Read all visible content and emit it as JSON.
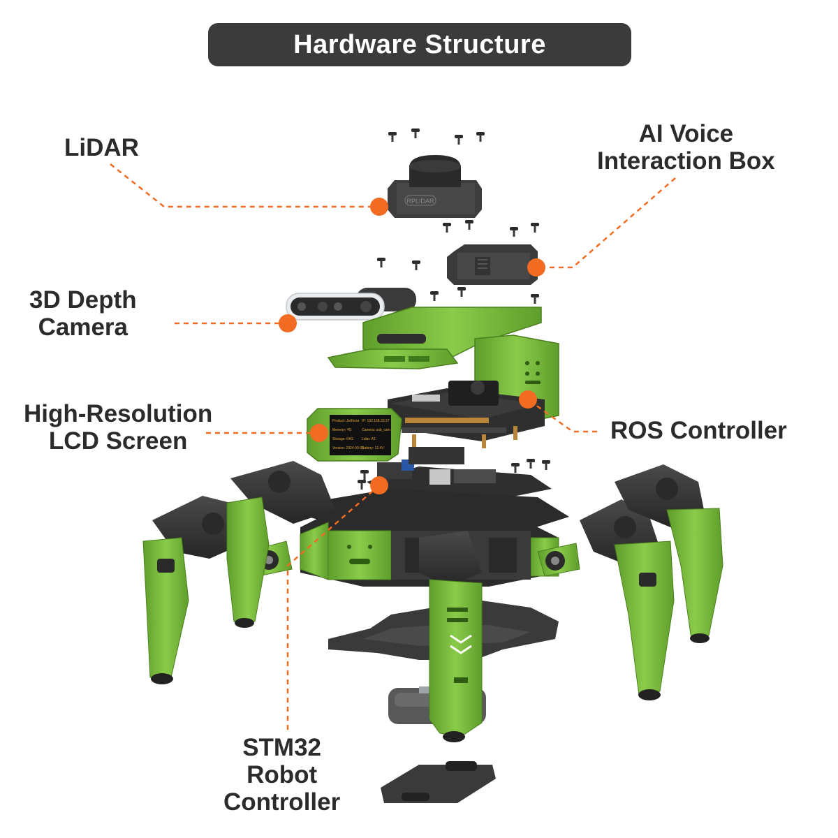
{
  "title": "Hardware Structure",
  "accent_color": "#f26b22",
  "frame_color": "#7fc242",
  "labels": {
    "lidar": "LiDAR",
    "ai_voice_line1": "AI Voice",
    "ai_voice_line2": "Interaction Box",
    "depth_camera_line1": "3D Depth",
    "depth_camera_line2": "Camera",
    "lcd_line1": "High-Resolution",
    "lcd_line2": "LCD Screen",
    "ros_controller": "ROS Controller",
    "stm32_line1": "STM32",
    "stm32_line2": "Robot",
    "stm32_line3": "Controller"
  },
  "lidar_brand": "RPLIDAR",
  "lcd_screen_text": [
    "Product: JetHexa",
    "IP: 192.168.33.37",
    "Memory: 4G",
    "Camera: usb_cam",
    "Storage: 64G",
    "Lidar: A1",
    "Version: 2024-09-06",
    "Battery: 12.4V"
  ]
}
